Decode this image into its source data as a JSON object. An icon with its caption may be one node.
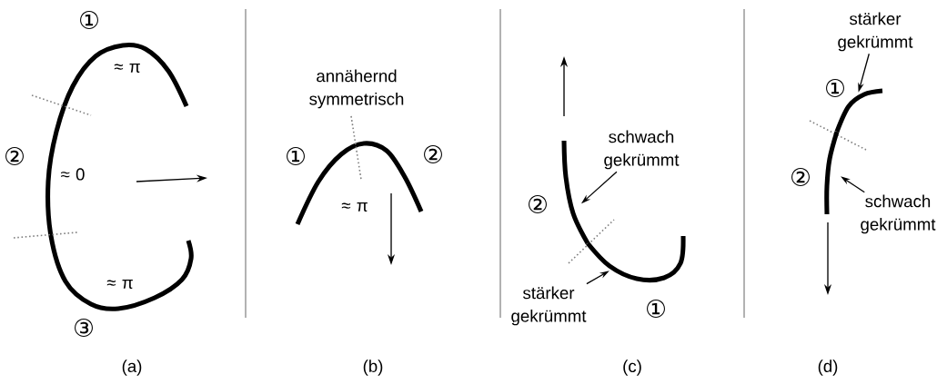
{
  "diagram": {
    "nodes": [
      {
        "text": [
          "schwach gekrümmt"
        ]
      },
      {
        "text": [
          "stärker gekrümmt"
        ]
      },
      {
        "text": [],
        "shape": "curve"
      },
      {
        "text": [],
        "shape": "curve"
      },
      {
        "text": [
          "stärker gekrümmt"
        ]
      },
      {
        "text": [
          "schwach gekrümmt"
        ]
      },
      {
        "text": [],
        "shape": "curve"
      },
      {
        "text": [],
        "shape": "curve"
      }
    ],
    "edges": [
      {
        "from": 0,
        "to": 2,
        "arrow": "to"
      },
      {
        "from": 1,
        "to": 3,
        "arrow": "to"
      },
      {
        "from": 4,
        "to": 6,
        "arrow": "to"
      },
      {
        "from": 5,
        "to": 7,
        "arrow": "to"
      }
    ],
    "labels": [
      "①",
      "≈ π",
      "②",
      "≈ 0",
      "≈ π",
      "③",
      "(a)",
      "annähernd symmetrisch",
      "①",
      "②",
      "≈ π",
      "(b)",
      "②",
      "①",
      "(c)",
      "①",
      "②",
      "(d)"
    ]
  }
}
